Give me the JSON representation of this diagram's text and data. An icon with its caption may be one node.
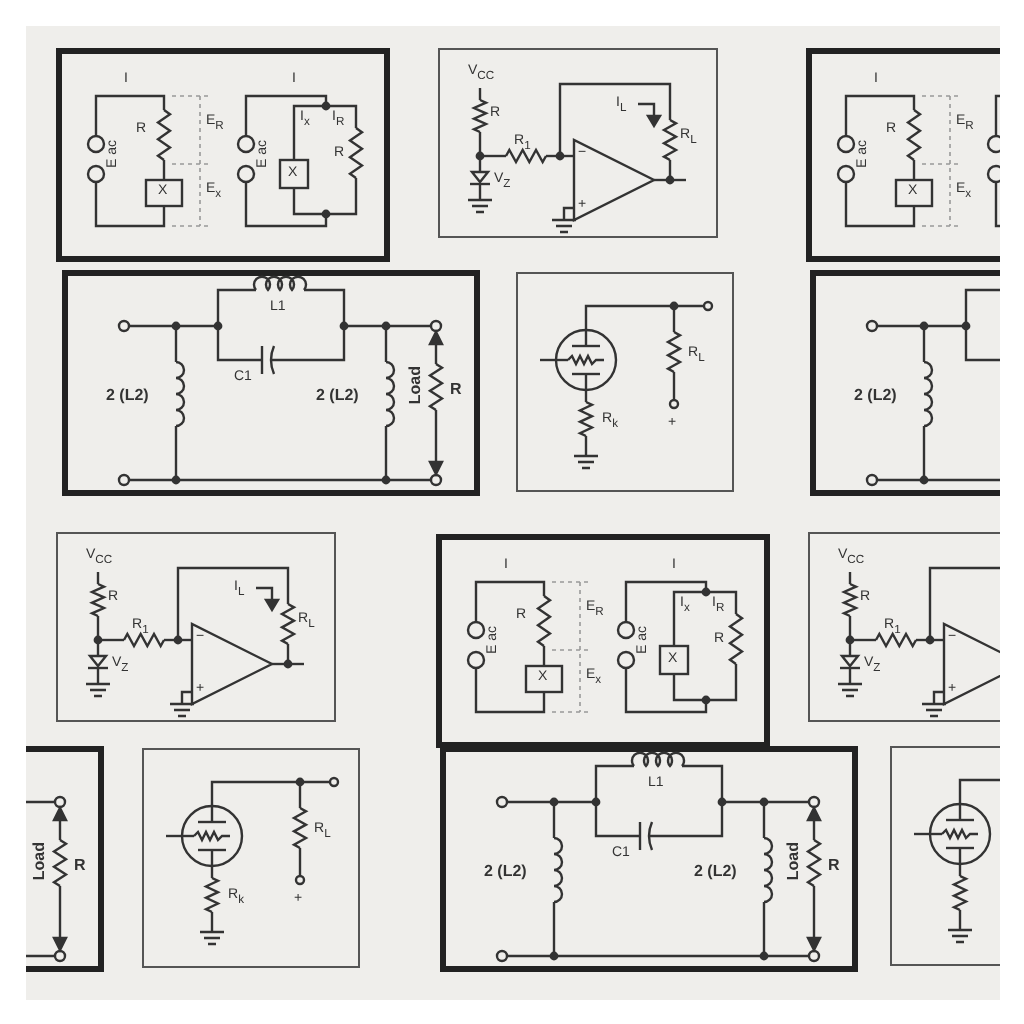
{
  "diagram": {
    "nodes": [
      {
        "text": [
          "I",
          "R",
          "E$_{R}$",
          "E ac",
          "X",
          "E$_{x}$",
          "I",
          "E ac",
          "I$_{x}$",
          "I$_{R}$",
          "X",
          "R"
        ]
      },
      {
        "text": [
          "V$_{CC}$",
          "R",
          "R$_{1}$",
          "I$_{L}$",
          "R$_{L}$",
          "V$_{Z}$",
          "−",
          "+"
        ]
      },
      {
        "text": [
          "I",
          "R",
          "E$_{R}$",
          "E ac",
          "X",
          "E$_{x}$"
        ]
      },
      {
        "text": [
          "L1",
          "C1",
          "2 (L2)",
          "2 (L2)",
          "Load",
          "R"
        ]
      },
      {
        "text": [
          "R$_{L}$",
          "R$_{k}$",
          "+"
        ]
      },
      {
        "text": [
          "2 (L2)"
        ]
      },
      {
        "text": [
          "V$_{CC}$",
          "R",
          "R$_{1}$",
          "I$_{L}$",
          "R$_{L}$",
          "V$_{Z}$",
          "−",
          "+"
        ]
      },
      {
        "text": [
          "I",
          "R",
          "E$_{R}$",
          "E ac",
          "X",
          "E$_{x}$",
          "I",
          "E ac",
          "I$_{x}$",
          "I$_{R}$",
          "X",
          "R"
        ]
      },
      {
        "text": [
          "V$_{CC}$",
          "R",
          "R$_{1}$",
          "V$_{Z}$",
          "−",
          "+"
        ]
      },
      {
        "text": [
          "Load",
          "R"
        ]
      },
      {
        "text": [
          "R$_{L}$",
          "R$_{k}$",
          "+"
        ]
      },
      {
        "text": [
          "L1",
          "C1",
          "2 (L2)",
          "2 (L2)",
          "Load",
          "R"
        ]
      },
      {
        "text": [],
        "shape": "box"
      }
    ]
  }
}
